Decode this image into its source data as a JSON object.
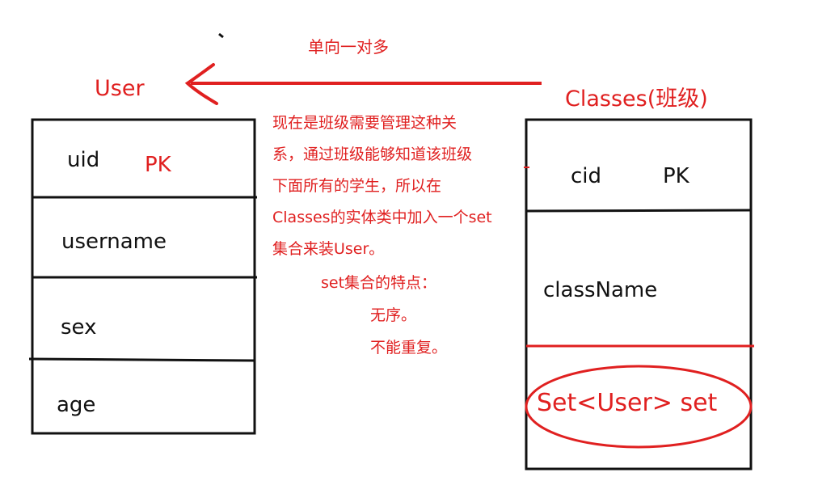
{
  "relation_label": "单向一对多",
  "user_entity": {
    "title": "User",
    "fields": [
      "uid",
      "username",
      "sex",
      "age"
    ],
    "pk_label": "PK"
  },
  "classes_entity": {
    "title": "Classes(班级)",
    "fields": [
      "cid",
      "className",
      "Set<User> set"
    ],
    "pk_label": "PK"
  },
  "note": {
    "lines": [
      "现在是班级需要管理这种关",
      "系，通过班级能够知道该班级",
      "下面所有的学生，所以在",
      "Classes的实体类中加入一个set",
      "集合来装User。"
    ],
    "set_features_title": "set集合的特点：",
    "set_features": [
      "无序。",
      "不能重复。"
    ]
  },
  "colors": {
    "annotation": "#e02020",
    "box": "#111111"
  }
}
